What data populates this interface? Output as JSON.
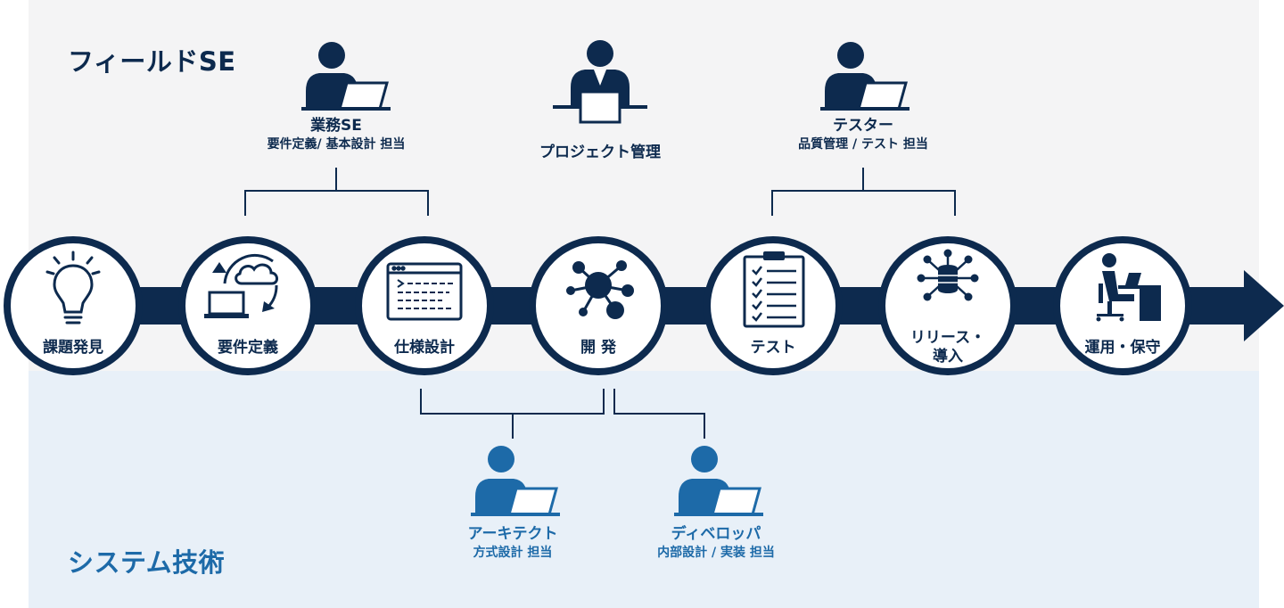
{
  "sections": {
    "field_title": "フィールドSE",
    "system_title": "システム技術"
  },
  "roles": {
    "business_se": {
      "name": "業務SE",
      "desc": "要件定義/ 基本設計 担当"
    },
    "project_mgmt": {
      "name": "プロジェクト管理"
    },
    "tester": {
      "name": "テスター",
      "desc": "品質管理 / テスト 担当"
    },
    "architect": {
      "name": "アーキテクト",
      "desc": "方式設計 担当"
    },
    "developer": {
      "name": "ディベロッパ",
      "desc": "内部設計 / 実装 担当"
    }
  },
  "steps": [
    {
      "label": "課題発見",
      "icon": "lightbulb-icon"
    },
    {
      "label": "要件定義",
      "icon": "cloud-sync-laptop-icon"
    },
    {
      "label": "仕様設計",
      "icon": "code-window-icon"
    },
    {
      "label": "開 発",
      "icon": "network-nodes-icon"
    },
    {
      "label": "テスト",
      "icon": "checklist-clipboard-icon"
    },
    {
      "label_line1": "リリース・",
      "label_line2": "導入",
      "icon": "database-hub-icon"
    },
    {
      "label": "運用・保守",
      "icon": "person-at-desk-icon"
    }
  ],
  "colors": {
    "navy": "#0d2a4e",
    "blue": "#1d6aa8",
    "top_band": "#f4f4f5",
    "bottom_band": "#e8f0f8"
  }
}
